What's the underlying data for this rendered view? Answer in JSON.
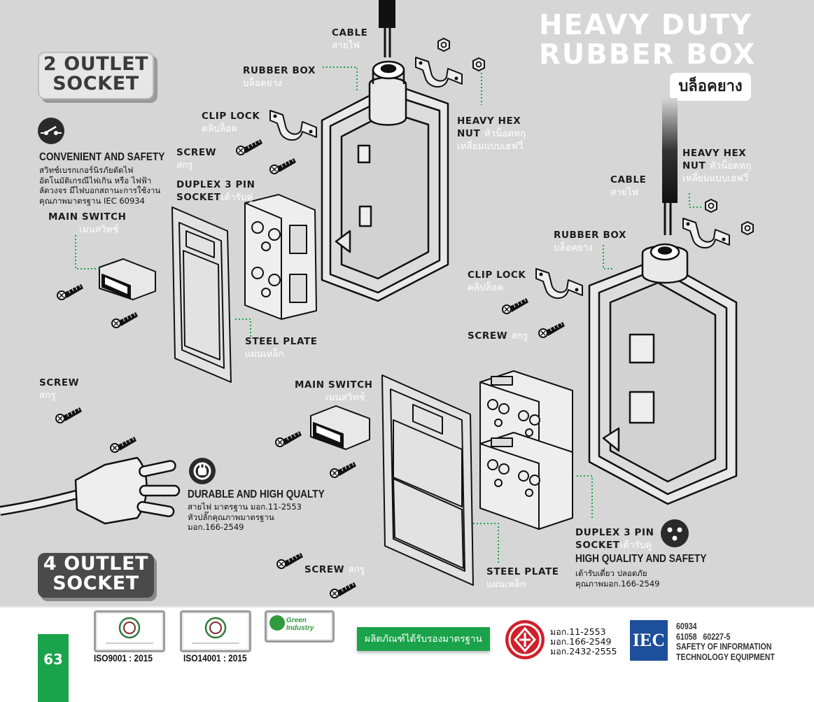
{
  "header": {
    "title_line1": "HEAVY DUTY",
    "title_line2": "RUBBER BOX",
    "title_th": "บล็อคยาง"
  },
  "badges": {
    "two_outlet_line1": "2 OUTLET",
    "two_outlet_line2": "SOCKET",
    "four_outlet_line1": "4 OUTLET",
    "four_outlet_line2": "SOCKET"
  },
  "features": {
    "convenient": {
      "icon": "switch-icon",
      "title": "CONVENIENT AND SAFETY",
      "lines": [
        "สวิทช์เบรกเกอร์นิรภัยตัดไฟ",
        "อัตโนมัติเกรณีไฟเกิน หรือ ไฟฟ้า",
        "ลัดวงจร มีไฟบอกสถานะการใช้งาน",
        "คุณภาพมาตรฐาน IEC 60934"
      ]
    },
    "durable": {
      "icon": "power-plug-icon",
      "title": "DURABLE AND HIGH QUALTY",
      "lines": [
        "สายไฟ มาตรฐาน มอก.11-2553",
        "หัวปลั๊กคุณภาพมาตรฐาน",
        "มอก.166-2549"
      ]
    },
    "high_quality": {
      "icon": "socket-3pin-icon",
      "title": "HIGH QUALITY AND SAFETY",
      "lines": [
        "เต้ารับเดี่ยว ปลอดภัย",
        "คุณภาพมอก.166-2549"
      ]
    }
  },
  "labels2": {
    "cable": {
      "en": "CABLE",
      "th": "สายไฟ"
    },
    "rubber_box": {
      "en": "RUBBER BOX",
      "th": "บล็อคยาง"
    },
    "clip_lock": {
      "en": "CLIP LOCK",
      "th": "คลิปล็อค"
    },
    "screw_a": {
      "en": "SCREW",
      "th": "สกรู"
    },
    "duplex": {
      "en1": "DUPLEX 3 PIN",
      "en2": "SOCKET",
      "th": "เต้ารับคู่"
    },
    "main_switch": {
      "en": "MAIN SWITCH",
      "th": "เมนสวิทช์"
    },
    "heavy_hex": {
      "en1": "HEAVY HEX",
      "en2": "NUT",
      "th1": "หัวน็อตหกุ",
      "th2": "เหลี่ยมแบบเฮฟวี่"
    },
    "steel_plate": {
      "en": "STEEL PLATE",
      "th": "แผ่นเหล็ก"
    },
    "screw_b": {
      "en": "SCREW",
      "th": "สกรู"
    }
  },
  "labels4": {
    "heavy_hex": {
      "en1": "HEAVY HEX",
      "en2": "NUT",
      "th1": "หัวน็อตหกุ",
      "th2": "เหลี่ยมแบบเฮฟวี่"
    },
    "cable": {
      "en": "CABLE",
      "th": "สายไฟ"
    },
    "rubber_box": {
      "en": "RUBBER BOX",
      "th": "บล็อคยาง"
    },
    "clip_lock": {
      "en": "CLIP LOCK",
      "th": "คลิปล็อค"
    },
    "screw": {
      "en": "SCREW",
      "th": "สกรู"
    },
    "main_switch": {
      "en": "MAIN SWITCH",
      "th": "เมนสวิทช์"
    },
    "duplex": {
      "en1": "DUPLEX 3 PIN",
      "en2": "SOCKET",
      "th": "เต้ารับคู่"
    },
    "steel_plate": {
      "en": "STEEL PLATE",
      "th": "แผ่นเหล็ก"
    },
    "screw_bottom": {
      "en": "SCREW",
      "th": "สกรู"
    }
  },
  "footer": {
    "page_number": "63",
    "iso9001": "ISO9001 : 2015",
    "iso14001": "ISO14001 : 2015",
    "green_industry": "Green Industry",
    "certified_banner": "ผลิตภัณฑ์ได้รับรองมาตรฐาน",
    "tis_standards": [
      "มอก.11-2553",
      "มอก.166-2549",
      "มอก.2432-2555"
    ],
    "iec_logo": "IEC",
    "iec_line1": "60934",
    "iec_line2": "61058   60227-5",
    "iec_line3": "SAFETY OF INFORMATION",
    "iec_line4": "TECHNOLOGY EQUIPMENT"
  },
  "colors": {
    "background": "#d6d6d6",
    "accent_green": "#1aa34a",
    "badge_dark": "#4a4a4a",
    "iec_blue": "#1d4f9a",
    "tis_red": "#d0202a"
  }
}
